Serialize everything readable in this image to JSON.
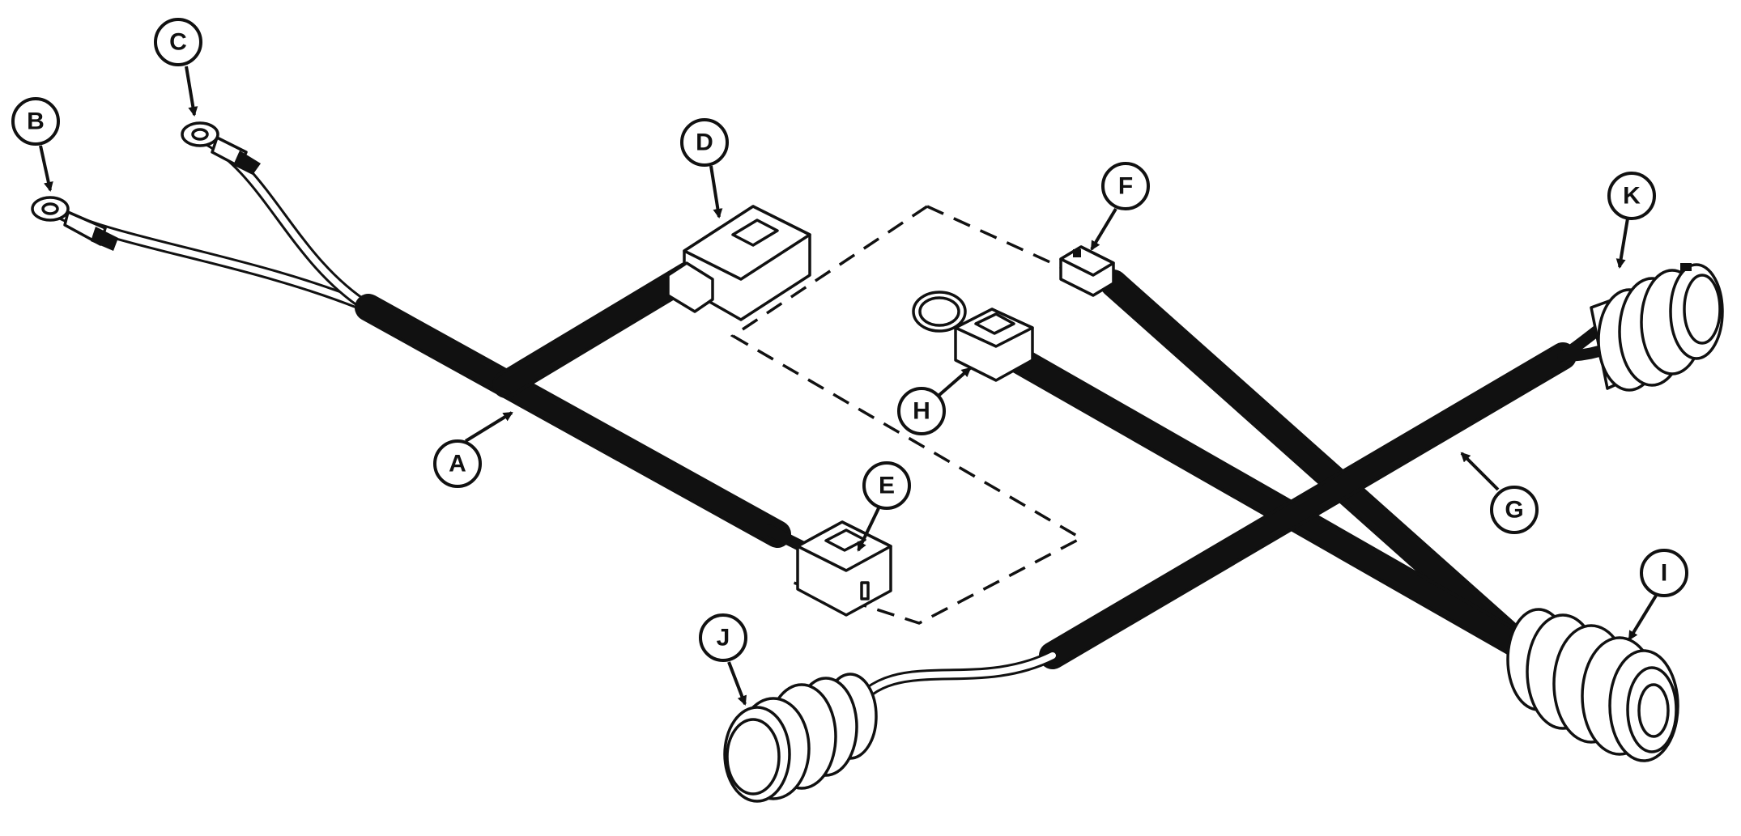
{
  "diagram": {
    "callouts": [
      {
        "id": "A",
        "label": "A"
      },
      {
        "id": "B",
        "label": "B"
      },
      {
        "id": "C",
        "label": "C"
      },
      {
        "id": "D",
        "label": "D"
      },
      {
        "id": "E",
        "label": "E"
      },
      {
        "id": "F",
        "label": "F"
      },
      {
        "id": "G",
        "label": "G"
      },
      {
        "id": "H",
        "label": "H"
      },
      {
        "id": "I",
        "label": "I"
      },
      {
        "id": "J",
        "label": "J"
      },
      {
        "id": "K",
        "label": "K"
      }
    ]
  }
}
